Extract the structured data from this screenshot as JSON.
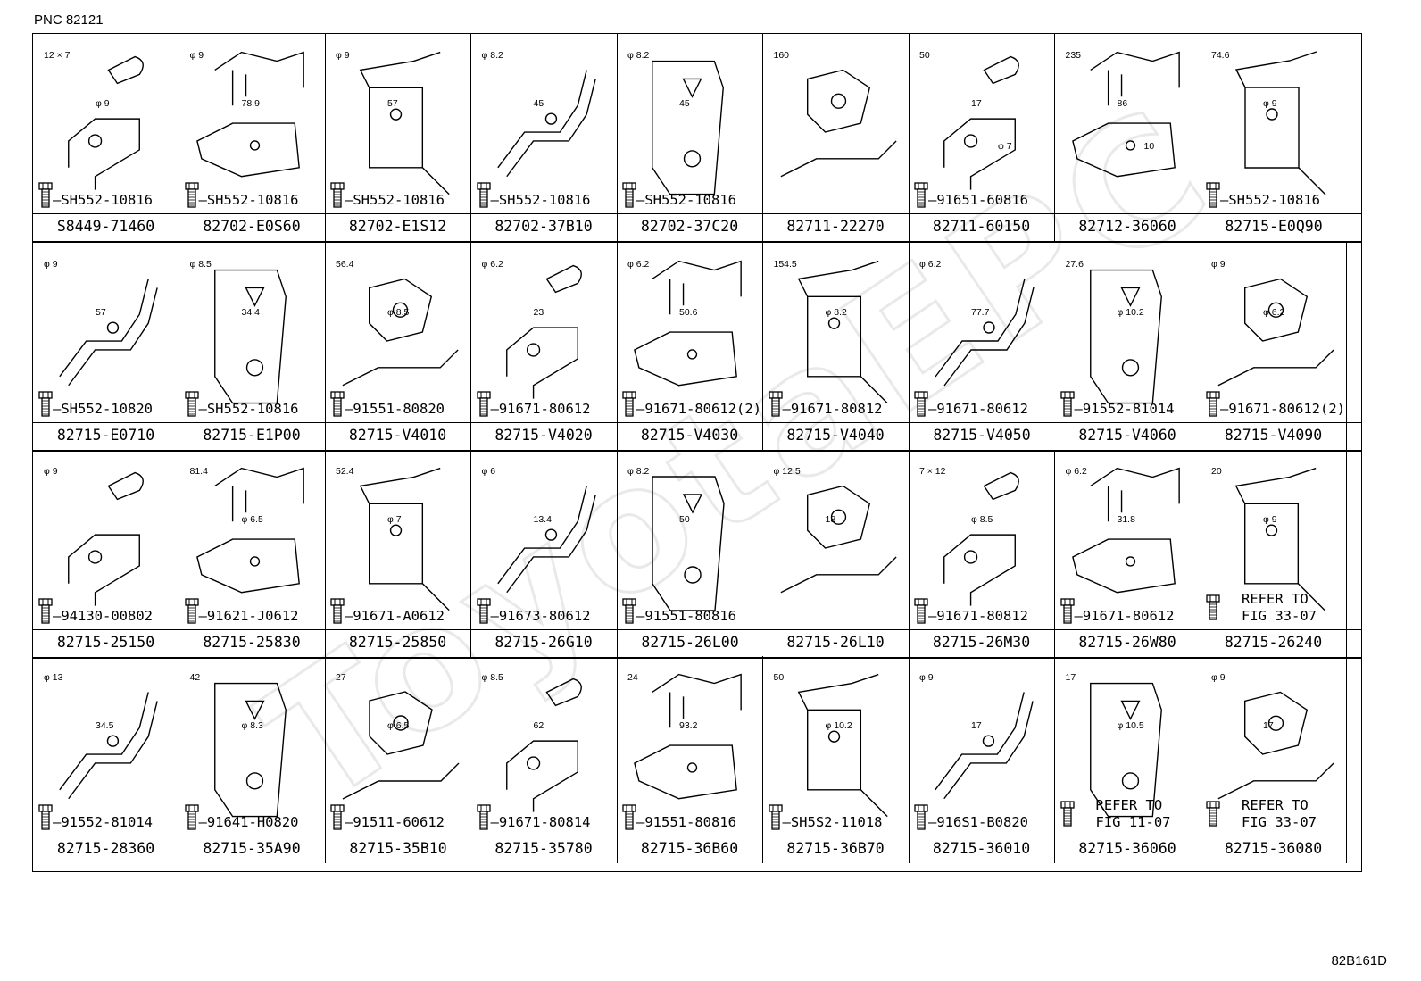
{
  "header": {
    "pnc": "PNC 82121"
  },
  "footer": {
    "code": "82B161D"
  },
  "rows": [
    [
      {
        "part": "S8449-71460",
        "bolt": "SH552-10816",
        "dims": [
          "12 × 7",
          "φ 9"
        ]
      },
      {
        "part": "82702-E0S60",
        "bolt": "SH552-10816",
        "dims": [
          "φ 9",
          "78.9"
        ]
      },
      {
        "part": "82702-E1S12",
        "bolt": "SH552-10816",
        "dims": [
          "φ 9",
          "57"
        ]
      },
      {
        "part": "82702-37B10",
        "bolt": "SH552-10816",
        "dims": [
          "φ 8.2",
          "45"
        ]
      },
      {
        "part": "82702-37C20",
        "bolt": "SH552-10816",
        "dims": [
          "φ 8.2",
          "45"
        ]
      },
      {
        "part": "82711-22270",
        "bolt": "",
        "dims": [
          "160"
        ]
      },
      {
        "part": "82711-60150",
        "bolt": "91651-60816",
        "dims": [
          "50",
          "17",
          "φ 7"
        ]
      },
      {
        "part": "82712-36060",
        "bolt": "",
        "dims": [
          "235",
          "86",
          "10"
        ]
      },
      {
        "part": "82715-E0Q90",
        "bolt": "SH552-10816",
        "dims": [
          "74.6",
          "φ 9"
        ]
      }
    ],
    [
      {
        "part": "82715-E0710",
        "bolt": "SH552-10820",
        "dims": [
          "φ 9",
          "57"
        ]
      },
      {
        "part": "82715-E1P00",
        "bolt": "SH552-10816",
        "dims": [
          "φ 8.5",
          "34.4"
        ]
      },
      {
        "part": "82715-V4010",
        "bolt": "91551-80820",
        "dims": [
          "56.4",
          "φ 8.5"
        ]
      },
      {
        "part": "82715-V4020",
        "bolt": "91671-80612",
        "dims": [
          "φ 6.2",
          "23"
        ]
      },
      {
        "part": "82715-V4030",
        "bolt": "91671-80612(2)",
        "dims": [
          "φ 6.2",
          "50.6"
        ]
      },
      {
        "part": "82715-V4040",
        "bolt": "91671-80812",
        "dims": [
          "154.5",
          "φ 8.2"
        ]
      },
      {
        "part": "82715-V4050",
        "bolt": "91671-80612",
        "dims": [
          "φ 6.2",
          "77.7"
        ]
      },
      {
        "part": "82715-V4060",
        "bolt": "91552-81014",
        "dims": [
          "27.6",
          "φ 10.2"
        ]
      },
      {
        "part": "82715-V4090",
        "bolt": "91671-80612(2)",
        "dims": [
          "φ 9",
          "φ 6.2"
        ]
      }
    ],
    [
      {
        "part": "82715-25150",
        "bolt": "94130-00802",
        "dims": [
          "φ 9"
        ]
      },
      {
        "part": "82715-25830",
        "bolt": "91621-J0612",
        "dims": [
          "81.4",
          "φ 6.5"
        ]
      },
      {
        "part": "82715-25850",
        "bolt": "91671-A0612",
        "dims": [
          "52.4",
          "φ 7"
        ]
      },
      {
        "part": "82715-26G10",
        "bolt": "91673-80612",
        "dims": [
          "φ 6",
          "13.4"
        ]
      },
      {
        "part": "82715-26L00",
        "bolt": "91551-80816",
        "dims": [
          "φ 8.2",
          "50"
        ]
      },
      {
        "part": "82715-26L10",
        "bolt": "",
        "dims": [
          "φ 12.5",
          "18"
        ]
      },
      {
        "part": "82715-26M30",
        "bolt": "91671-80812",
        "dims": [
          "7 × 12",
          "φ 8.5"
        ]
      },
      {
        "part": "82715-26W80",
        "bolt": "91671-80612",
        "dims": [
          "φ 6.2",
          "31.8"
        ]
      },
      {
        "part": "82715-26240",
        "bolt": "REFER TO\nFIG 33-07",
        "dims": [
          "20",
          "φ 9"
        ]
      }
    ],
    [
      {
        "part": "82715-28360",
        "bolt": "91552-81014",
        "dims": [
          "φ 13",
          "34.5"
        ]
      },
      {
        "part": "82715-35A90",
        "bolt": "91641-H0820",
        "dims": [
          "42",
          "φ 8.3"
        ]
      },
      {
        "part": "82715-35B10",
        "bolt": "91511-60612",
        "dims": [
          "27",
          "φ 6.5"
        ]
      },
      {
        "part": "82715-35780",
        "bolt": "91671-80814",
        "dims": [
          "φ 8.5",
          "62"
        ]
      },
      {
        "part": "82715-36B60",
        "bolt": "91551-80816",
        "dims": [
          "24",
          "93.2"
        ]
      },
      {
        "part": "82715-36B70",
        "bolt": "SH5S2-11018",
        "dims": [
          "50",
          "φ 10.2"
        ]
      },
      {
        "part": "82715-36010",
        "bolt": "916S1-B0820",
        "dims": [
          "φ 9",
          "17"
        ]
      },
      {
        "part": "82715-36060",
        "bolt": "REFER TO\nFIG 11-07",
        "dims": [
          "17",
          "φ 10.5"
        ]
      },
      {
        "part": "82715-36080",
        "bolt": "REFER TO\nFIG 33-07",
        "dims": [
          "φ 9",
          "17"
        ]
      }
    ]
  ]
}
